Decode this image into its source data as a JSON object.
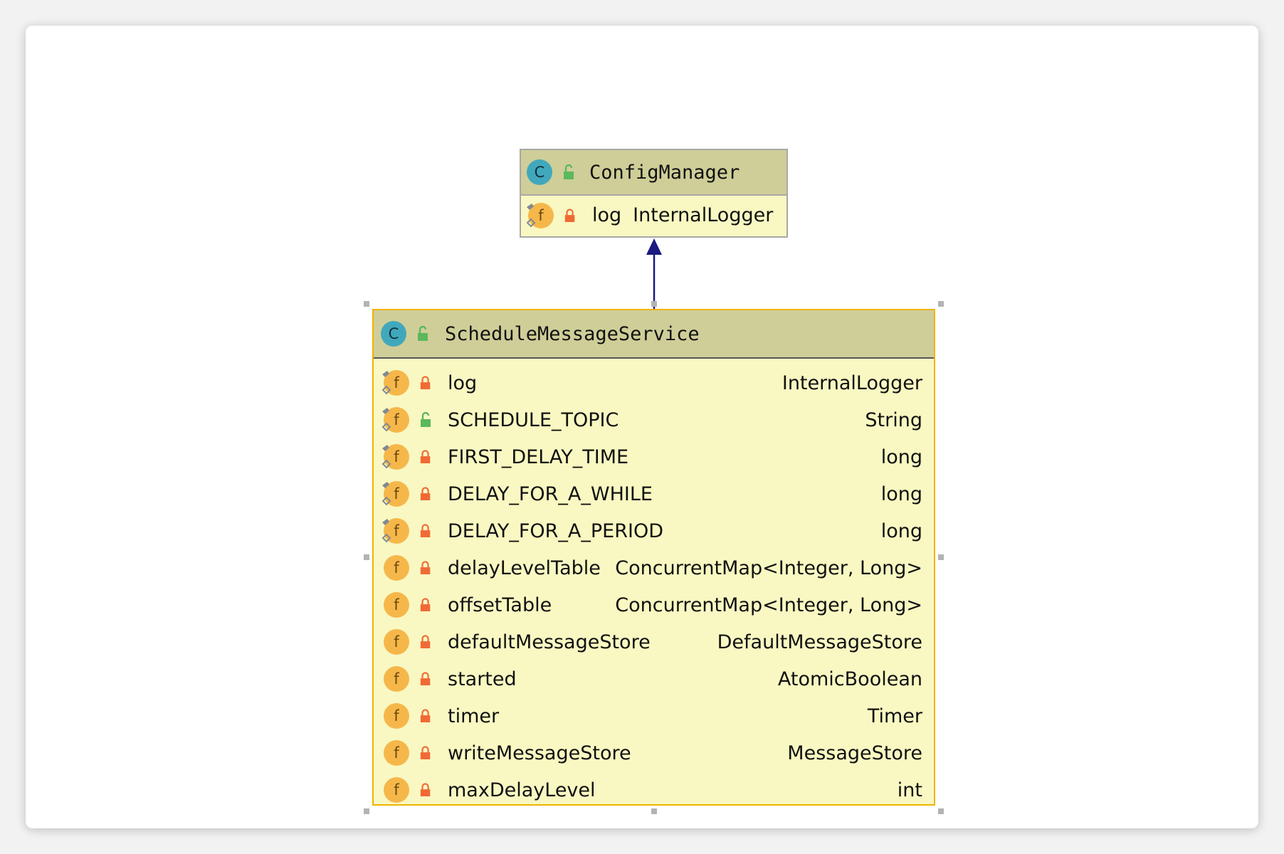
{
  "diagram": {
    "parent_class": {
      "name": "ConfigManager",
      "kind_icon": "class-icon",
      "visibility_icon": "public-unlocked-icon",
      "fields": [
        {
          "name": "log",
          "type": "InternalLogger",
          "visibility": "private",
          "static_final": true
        }
      ]
    },
    "child_class": {
      "name": "ScheduleMessageService",
      "kind_icon": "class-icon",
      "visibility_icon": "public-unlocked-icon",
      "fields": [
        {
          "name": "log",
          "type": "InternalLogger",
          "visibility": "private",
          "static_final": true
        },
        {
          "name": "SCHEDULE_TOPIC",
          "type": "String",
          "visibility": "public",
          "static_final": true
        },
        {
          "name": "FIRST_DELAY_TIME",
          "type": "long",
          "visibility": "private",
          "static_final": true
        },
        {
          "name": "DELAY_FOR_A_WHILE",
          "type": "long",
          "visibility": "private",
          "static_final": true
        },
        {
          "name": "DELAY_FOR_A_PERIOD",
          "type": "long",
          "visibility": "private",
          "static_final": true
        },
        {
          "name": "delayLevelTable",
          "type": "ConcurrentMap<Integer, Long>",
          "visibility": "private",
          "static_final": false
        },
        {
          "name": "offsetTable",
          "type": "ConcurrentMap<Integer, Long>",
          "visibility": "private",
          "static_final": false
        },
        {
          "name": "defaultMessageStore",
          "type": "DefaultMessageStore",
          "visibility": "private",
          "static_final": false
        },
        {
          "name": "started",
          "type": "AtomicBoolean",
          "visibility": "private",
          "static_final": false
        },
        {
          "name": "timer",
          "type": "Timer",
          "visibility": "private",
          "static_final": false
        },
        {
          "name": "writeMessageStore",
          "type": "MessageStore",
          "visibility": "private",
          "static_final": false
        },
        {
          "name": "maxDelayLevel",
          "type": "int",
          "visibility": "private",
          "static_final": false
        }
      ]
    },
    "relationship": {
      "type": "inheritance",
      "from": "ScheduleMessageService",
      "to": "ConfigManager"
    }
  },
  "colors": {
    "class_header": "#cfce98",
    "class_body": "#f9f8c2",
    "selected_border": "#f0b400",
    "arrow": "#1a1a80",
    "private_lock": "#f06a35",
    "public_lock": "#5cb85c",
    "class_icon": "#41a8bc",
    "field_icon": "#f6b74a"
  },
  "icon_letters": {
    "class": "C",
    "field": "f"
  }
}
